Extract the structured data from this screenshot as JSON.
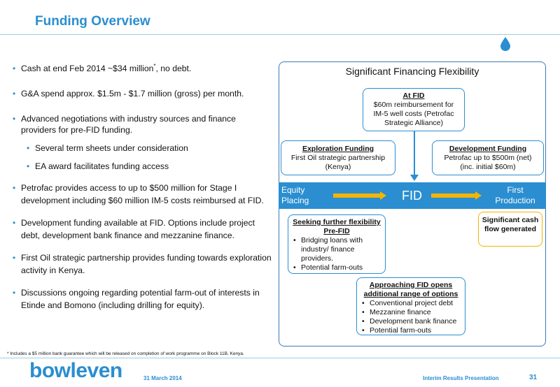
{
  "title": "Funding Overview",
  "bullets": [
    {
      "pre": "Cash at end Feb 2014 ~$34 million",
      "sup": "*",
      "post": ", no debt."
    },
    {
      "pre": "G&A spend approx. $1.5m - $1.7 million (gross) per month.",
      "sup": "",
      "post": ""
    },
    {
      "pre": "Advanced negotiations with industry sources and finance providers for pre-FID funding.",
      "sup": "",
      "post": ""
    },
    {
      "pre": "Several term sheets under consideration",
      "sup": "",
      "post": ""
    },
    {
      "pre": "EA award facilitates funding access",
      "sup": "",
      "post": ""
    },
    {
      "pre": "Petrofac provides access to up to $500 million for Stage I development including $60 million IM-5 costs reimbursed at FID.",
      "sup": "",
      "post": ""
    },
    {
      "pre": "Development funding available at FID. Options include project debt, development bank finance and mezzanine finance.",
      "sup": "",
      "post": ""
    },
    {
      "pre": "First Oil strategic partnership provides funding towards exploration activity in Kenya.",
      "sup": "",
      "post": ""
    },
    {
      "pre": "Discussions ongoing regarding potential farm-out of interests in Etinde and Bomono (including drilling for equity).",
      "sup": "",
      "post": ""
    }
  ],
  "panel": {
    "title": "Significant Financing Flexibility",
    "at_fid": {
      "heading": "At FID",
      "body": "$60m reimbursement for IM-5 well costs (Petrofac Strategic Alliance)"
    },
    "exploration": {
      "heading": "Exploration Funding",
      "body": "First Oil strategic partnership (Kenya)"
    },
    "development": {
      "heading": "Development Funding",
      "body": "Petrofac up to  $500m (net) (inc. initial $60m)"
    },
    "band": {
      "left": "Equity Placing",
      "center": "FID",
      "right": "First Production"
    },
    "pre_fid": {
      "heading": "Seeking further flexibility Pre-FID",
      "items": [
        "Bridging loans with industry/ finance providers.",
        "Potential farm-outs"
      ]
    },
    "cash_flow": "Significant cash flow generated",
    "approaching": {
      "heading": "Approaching FID opens additional range of options",
      "items": [
        "Conventional project debt",
        "Mezzanine finance",
        "Development bank finance",
        "Potential farm-outs"
      ]
    }
  },
  "footnote": "* Includes a $5 million bank guarantee which will be released on completion of work programme on Block 11B, Kenya.",
  "footer": {
    "logo": "bowleven",
    "date": "31 March 2014",
    "presentation": "Interim Results Presentation",
    "page": "31"
  },
  "colors": {
    "accent": "#2a8ed0",
    "arrow": "#f4b400",
    "panel_border": "#3d7ab5"
  }
}
